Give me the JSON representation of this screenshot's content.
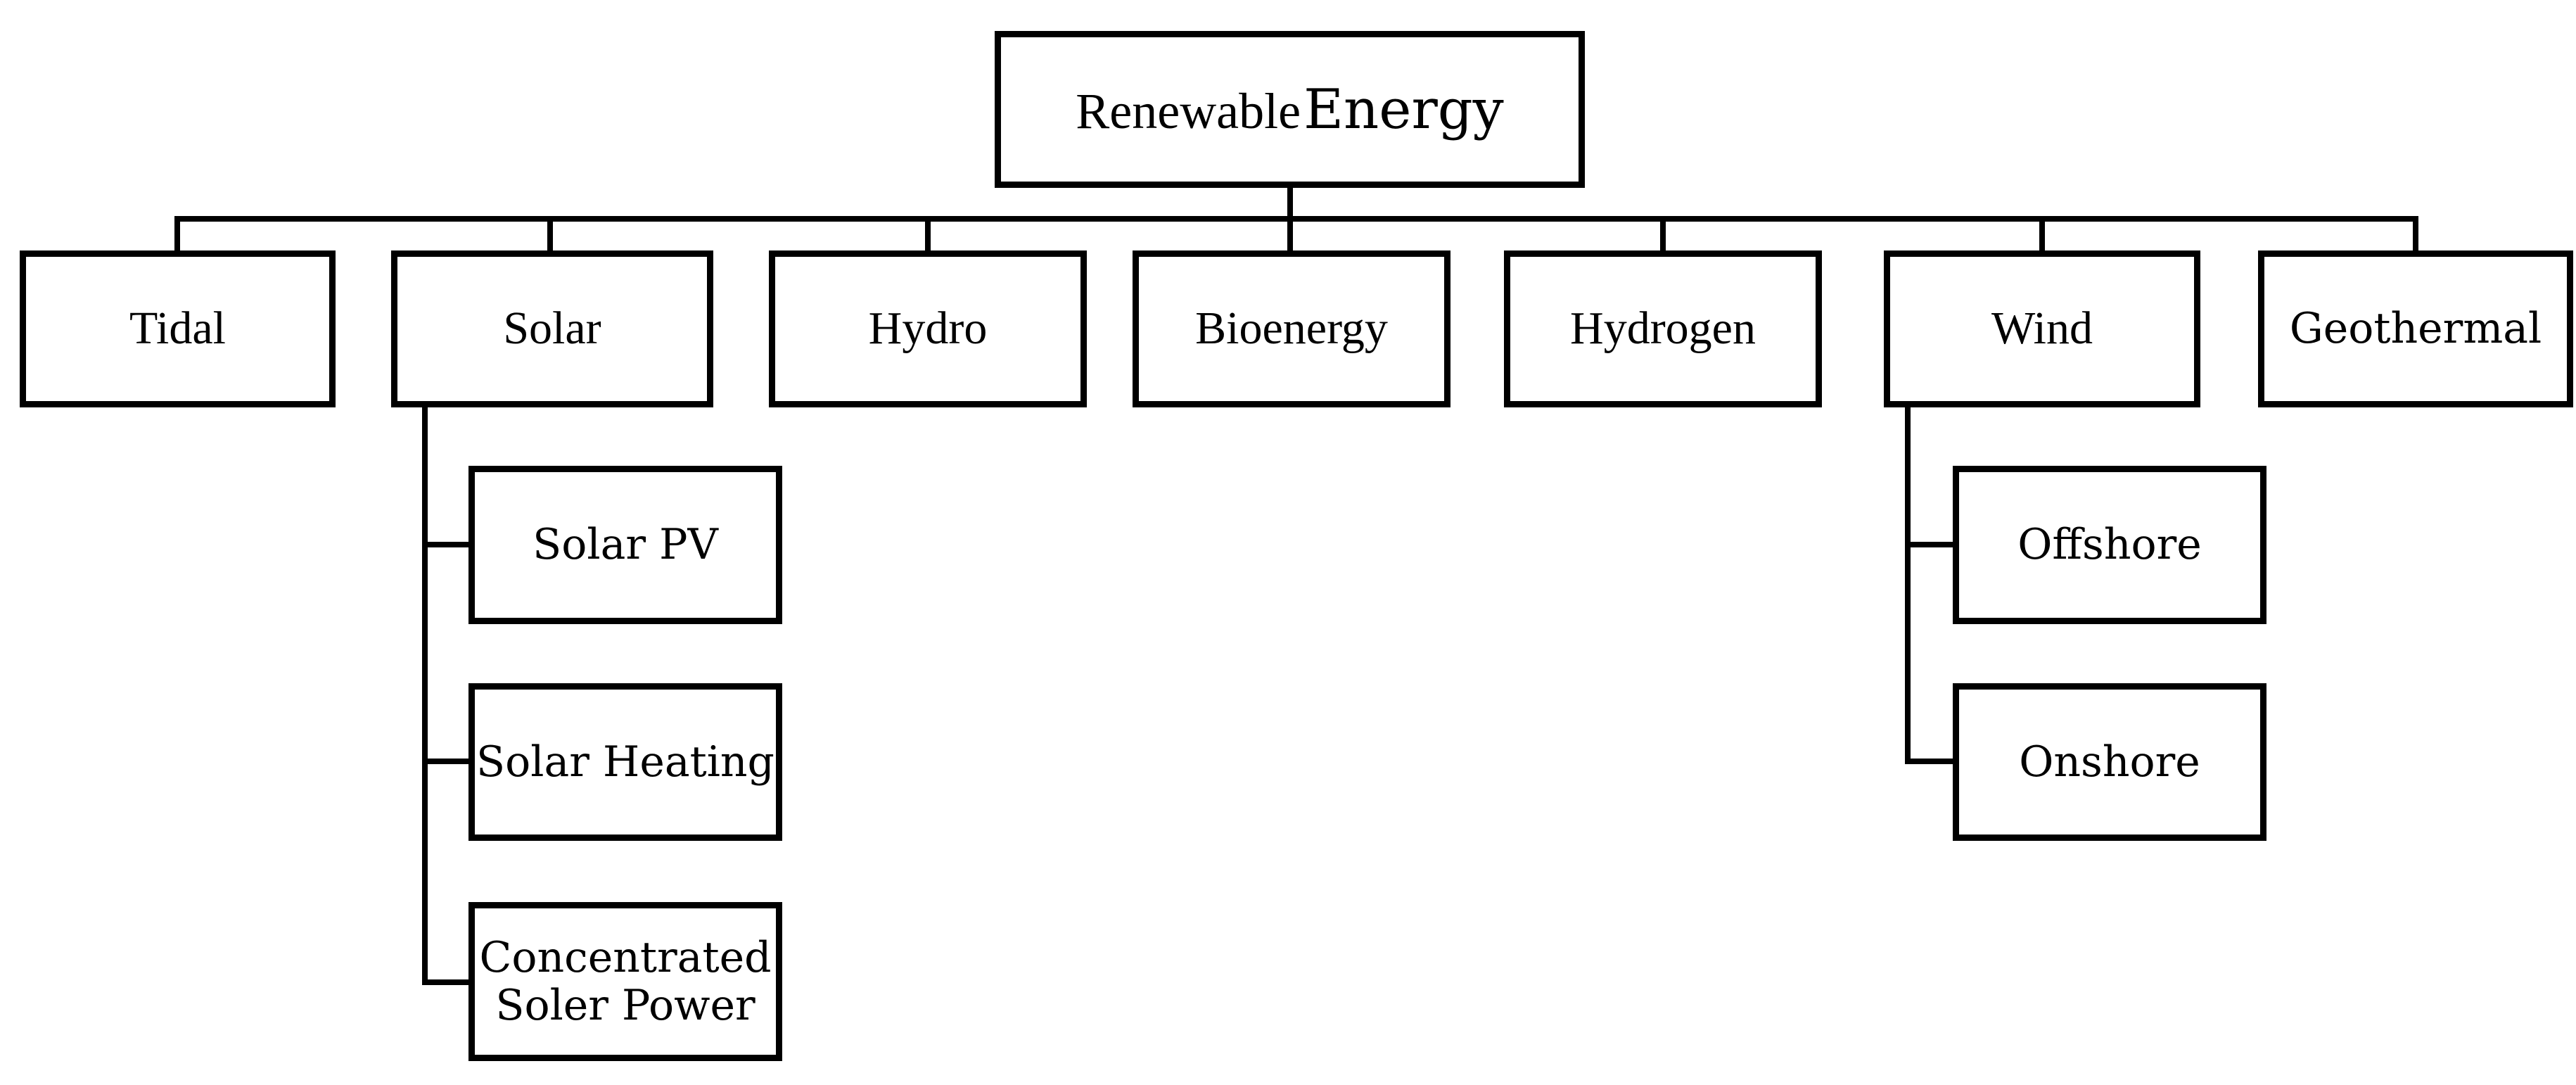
{
  "title": {
    "word1": "Renewable",
    "word2": "Energy"
  },
  "tree": {
    "root": "Renewable Energy",
    "children": [
      {
        "label": "Tidal",
        "children": []
      },
      {
        "label": "Solar",
        "children": [
          "Solar PV",
          "Solar Heating",
          "Concentrated Soler Power"
        ]
      },
      {
        "label": "Hydro",
        "children": []
      },
      {
        "label": "Bioenergy",
        "children": []
      },
      {
        "label": "Hydrogen",
        "children": []
      },
      {
        "label": "Wind",
        "children": [
          "Offshore",
          "Onshore"
        ]
      },
      {
        "label": "Geothermal",
        "children": []
      }
    ]
  },
  "colors": {
    "background": "#ffffff",
    "line": "#000000",
    "text": "#000000"
  }
}
